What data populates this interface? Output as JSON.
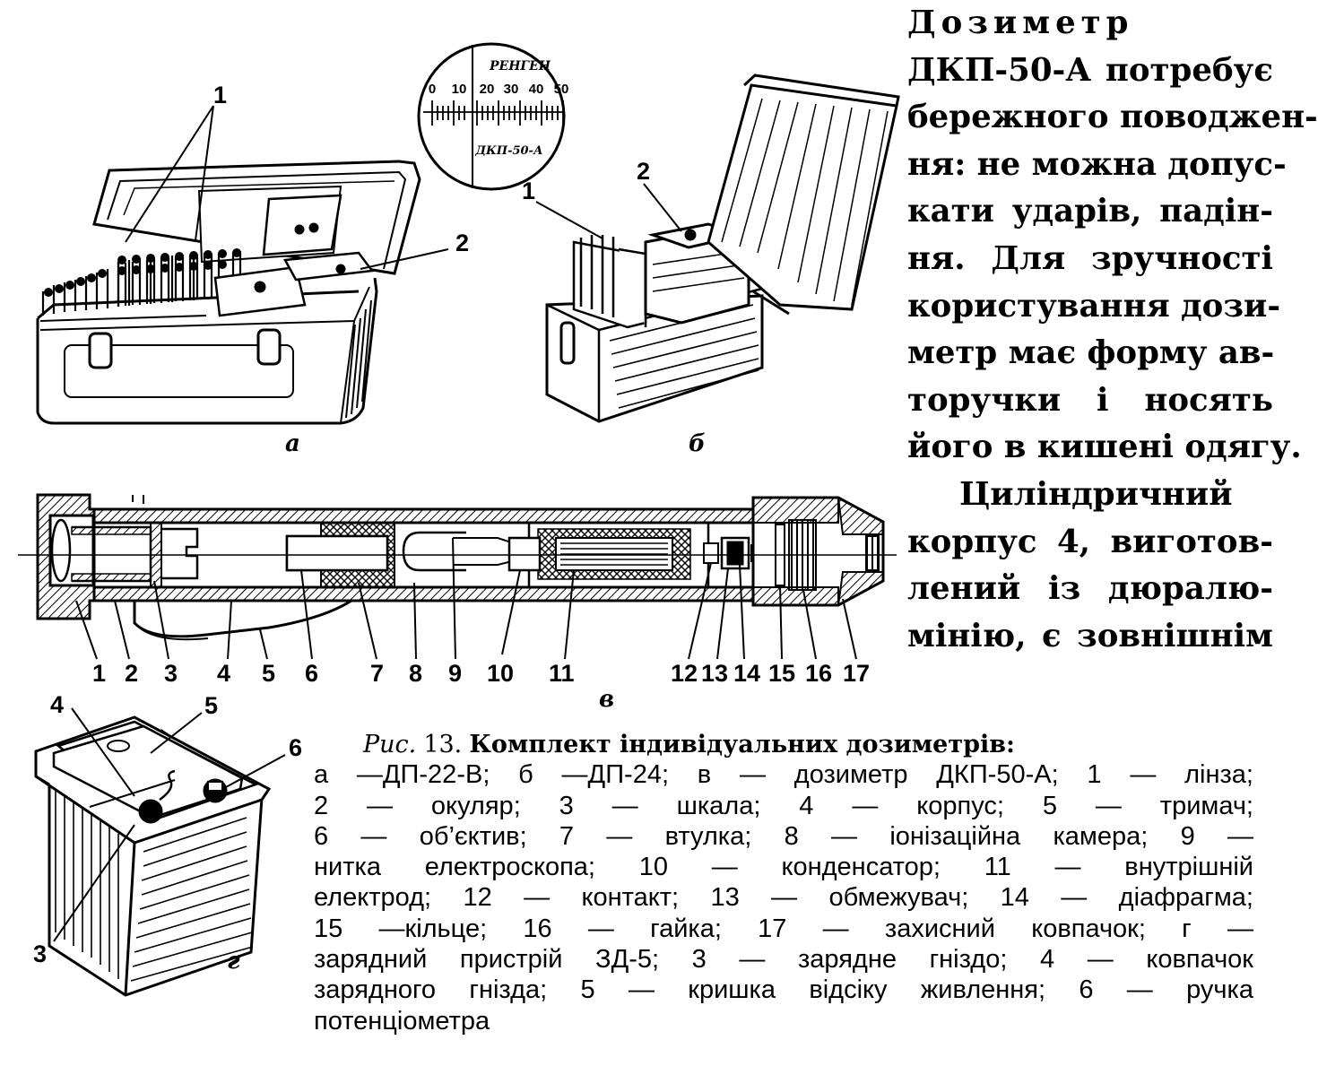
{
  "body_text": {
    "lines": [
      "Дозиметр",
      "ДКП-50-А потребує",
      "бережного поводжен-",
      "ня: не можна допус-",
      "кати ударів, падін-",
      "ня. Для зручності",
      "користування дози-",
      "метр має форму ав-",
      "торучки і носять",
      "його в кишені одягу.",
      "Циліндричний",
      "корпус 4, виготов-",
      "лений із дюралю-",
      "мінію, є зовнішнім"
    ]
  },
  "figures": {
    "a": {
      "letter": "а",
      "labels": [
        "1",
        "2"
      ]
    },
    "b": {
      "letter": "б",
      "labels": [
        "1",
        "2"
      ],
      "scale": {
        "title": "РЕНГЕН",
        "ticks": [
          "0",
          "10",
          "20",
          "30",
          "40",
          "50"
        ],
        "model": "ДКП-50-А"
      }
    },
    "v": {
      "letter": "в",
      "labels": [
        "1",
        "2",
        "3",
        "4",
        "5",
        "6",
        "7",
        "8",
        "9",
        "10",
        "11",
        "12",
        "13",
        "14",
        "15",
        "16",
        "17"
      ]
    },
    "g": {
      "letter": "г",
      "labels": [
        "4",
        "5",
        "6",
        "3"
      ]
    }
  },
  "caption": {
    "prefix": "Рис.",
    "number": "13.",
    "title": "Комплект індивідуальних дозиметрів:",
    "lines": [
      "а —ДП-22-В; б —ДП-24; в — дозиметр ДКП-50-А; 1 — лінза;",
      "2 — окуляр; 3 — шкала; 4 — корпус; 5 — тримач;",
      "6 — об’єктив; 7 — втулка; 8 — іонізаційна камера; 9 —",
      "нитка електроскопа; 10 — конденсатор; 11 — внутрішній",
      "електрод; 12 — контакт; 13 — обмежувач; 14 — діафрагма;",
      "15 —кільце; 16 — гайка; 17 — захисний ковпачок; г —",
      "зарядний пристрій ЗД-5; 3 — зарядне гніздо; 4 — ковпачок",
      "зарядного гнізда; 5 — кришка відсіку живлення; 6 — ручка",
      "потенціометра"
    ]
  }
}
